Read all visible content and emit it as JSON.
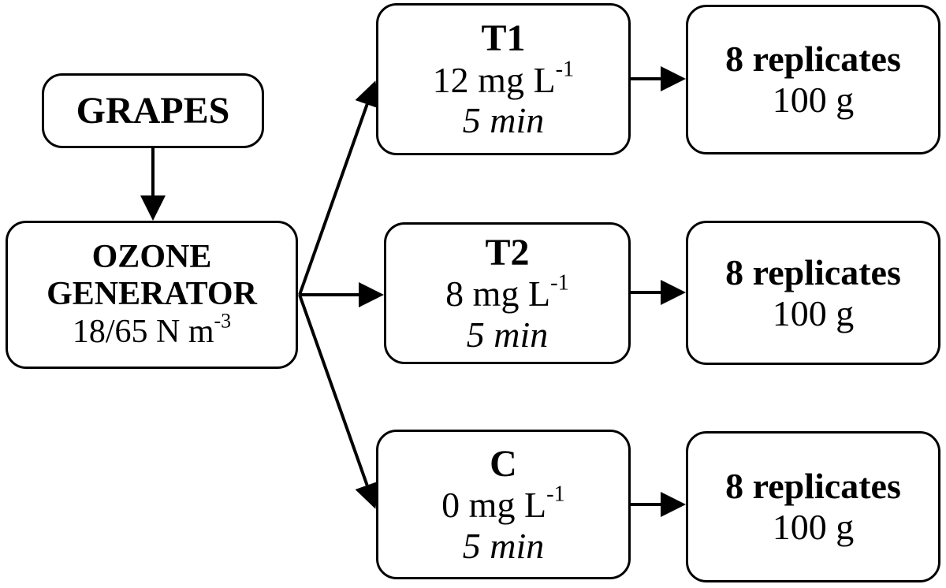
{
  "grapes": {
    "label": "GRAPES"
  },
  "ozone": {
    "line1": "OZONE",
    "line2": "GENERATOR",
    "rate": "18/65 N m",
    "rate_exp": "-3"
  },
  "treatments": [
    {
      "name": "T1",
      "dose": "12 mg L",
      "dose_exp": "-1",
      "time": "5 min"
    },
    {
      "name": "T2",
      "dose": "8 mg L",
      "dose_exp": "-1",
      "time": "5 min"
    },
    {
      "name": "C",
      "dose": "0 mg L",
      "dose_exp": "-1",
      "time": "5 min"
    }
  ],
  "replicates": [
    {
      "count": "8 replicates",
      "mass": "100 g"
    },
    {
      "count": "8 replicates",
      "mass": "100 g"
    },
    {
      "count": "8 replicates",
      "mass": "100 g"
    }
  ]
}
